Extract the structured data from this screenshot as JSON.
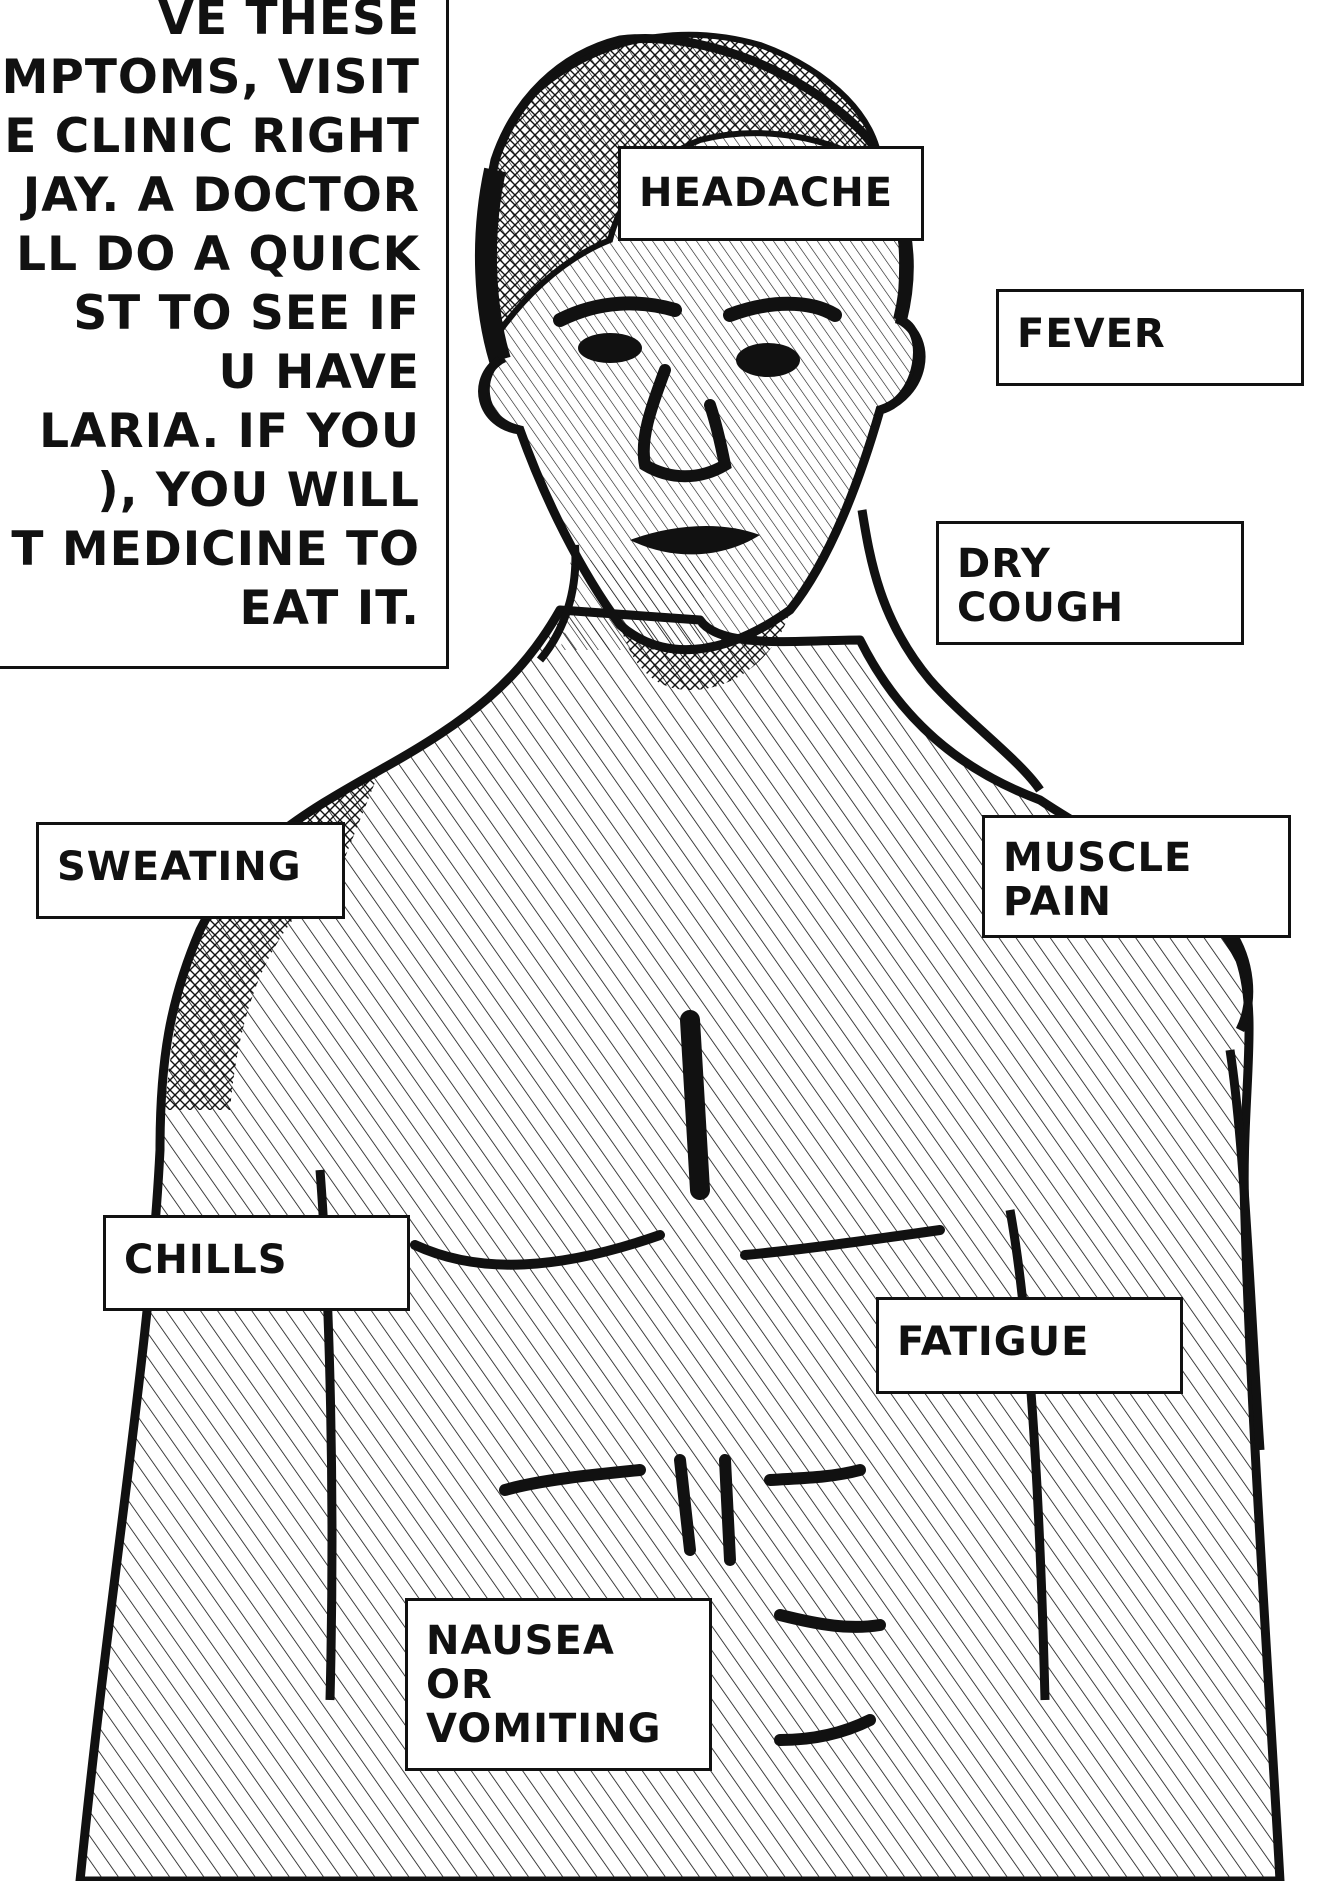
{
  "caption": {
    "text": "VE THESE\nMPTOMS, VISIT\nE CLINIC RIGHT\nJAY. A DOCTOR\nLL DO A QUICK\nST TO SEE IF\nU HAVE\nLARIA. IF YOU\n), YOU WILL\nT MEDICINE TO\nEAT IT."
  },
  "labels": {
    "headache": "HEADACHE",
    "fever": "FEVER",
    "dry_cough": "DRY\nCOUGH",
    "sweating": "SWEATING",
    "muscle_pain": "MUSCLE\nPAIN",
    "chills": "CHILLS",
    "fatigue": "FATIGUE",
    "nausea": "NAUSEA\nOR\nVOMITING"
  },
  "colors": {
    "ink": "#111111",
    "paper": "#ffffff"
  }
}
